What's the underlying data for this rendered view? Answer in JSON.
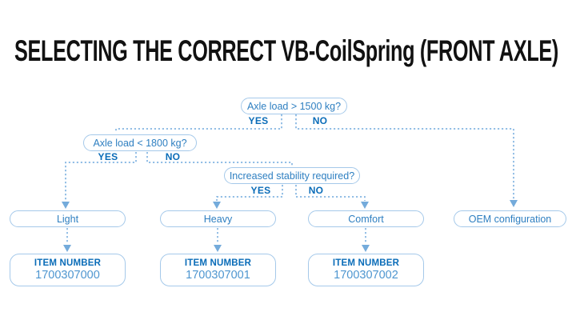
{
  "title": "SELECTING THE CORRECT VB-CoilSpring (FRONT AXLE)",
  "colors": {
    "title_text": "#111111",
    "question_text": "#2e7fc1",
    "label_bold_text": "#0a6cb8",
    "item_number_text": "#4e96d0",
    "box_border": "#a5c9ea",
    "connector": "#85b6e2",
    "arrow": "#74abdb",
    "background": "#ffffff"
  },
  "flowchart": {
    "decisions": [
      {
        "question": "Axle load > 1500 kg?",
        "yes_label": "YES",
        "no_label": "NO"
      },
      {
        "question": "Axle load < 1800 kg?",
        "yes_label": "YES",
        "no_label": "NO"
      },
      {
        "question": "Increased stability required?",
        "yes_label": "YES",
        "no_label": "NO"
      }
    ],
    "outcomes": [
      {
        "label": "Light",
        "item_heading": "ITEM NUMBER",
        "item_number": "1700307000"
      },
      {
        "label": "Heavy",
        "item_heading": "ITEM NUMBER",
        "item_number": "1700307001"
      },
      {
        "label": "Comfort",
        "item_heading": "ITEM NUMBER",
        "item_number": "1700307002"
      },
      {
        "label": "OEM configuration"
      }
    ]
  }
}
